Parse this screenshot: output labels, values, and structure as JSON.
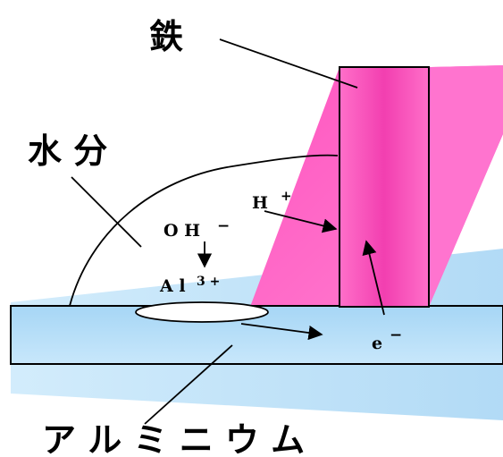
{
  "labels": {
    "iron": "鉄",
    "water": "水 分",
    "aluminum": "ア ル ミ ニ ウ ム",
    "hydrogen_ion": "H",
    "hydrogen_charge": "+",
    "hydroxide": "O H",
    "hydroxide_charge": "−",
    "aluminum_ion": "A l",
    "aluminum_charge": "3 +",
    "electron": "e",
    "electron_charge": "−"
  },
  "colors": {
    "iron_pink": "#ff5ec4",
    "iron_pink_dark": "#e84fb3",
    "aluminum_blue": "#a9d8f5",
    "aluminum_blue_light": "#d6eefc",
    "line": "#000000"
  }
}
